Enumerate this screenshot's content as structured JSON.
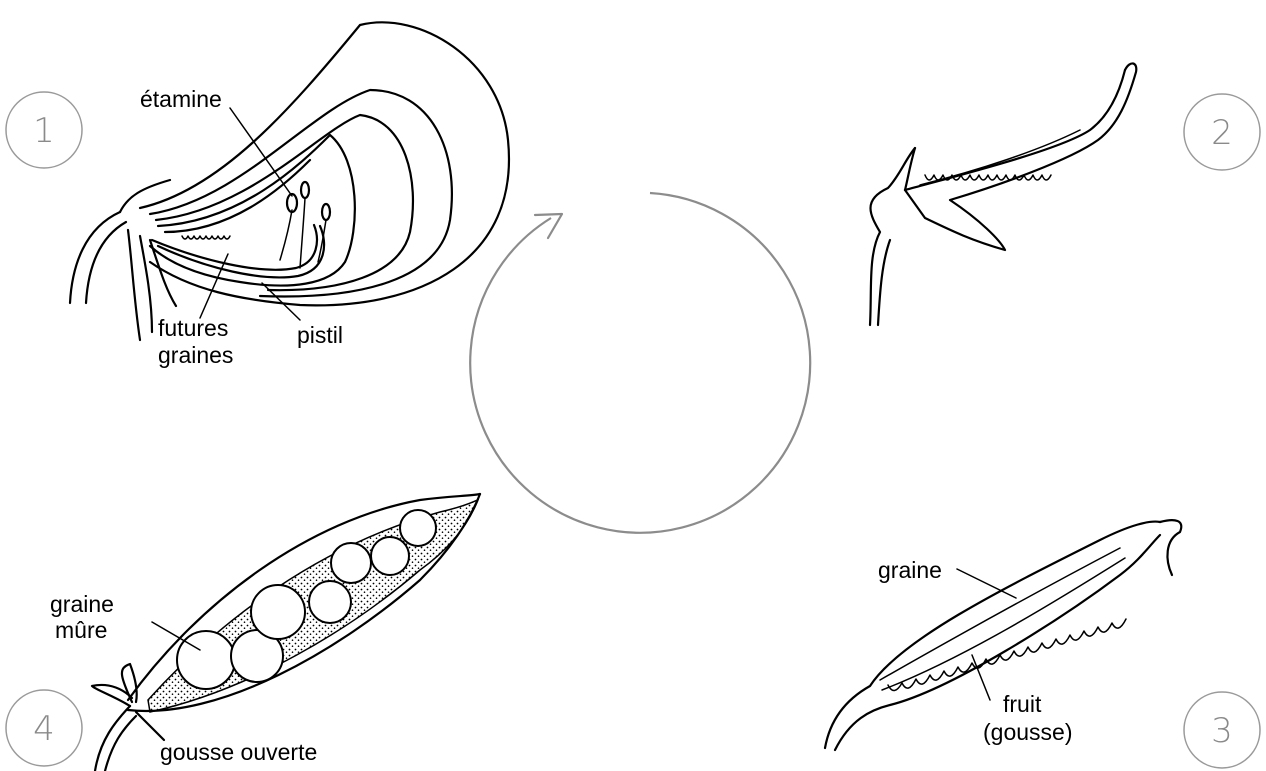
{
  "stages": [
    {
      "number": "1",
      "labels": {
        "stamen": "étamine",
        "future_seeds_line1": "futures",
        "future_seeds_line2": "graines",
        "pistil": "pistil"
      }
    },
    {
      "number": "2"
    },
    {
      "number": "3",
      "labels": {
        "seed": "graine",
        "fruit_line1": "fruit",
        "fruit_line2": "(gousse)"
      }
    },
    {
      "number": "4",
      "labels": {
        "ripe_seed_line1": "graine",
        "ripe_seed_line2": "mûre",
        "open_pod": "gousse ouverte"
      }
    }
  ],
  "colors": {
    "ink": "#000000",
    "badge_text": "#8a8a8a",
    "cycle_arrow": "#8c8c8c"
  },
  "icons": {
    "cycle": "circular-arrow-icon"
  }
}
